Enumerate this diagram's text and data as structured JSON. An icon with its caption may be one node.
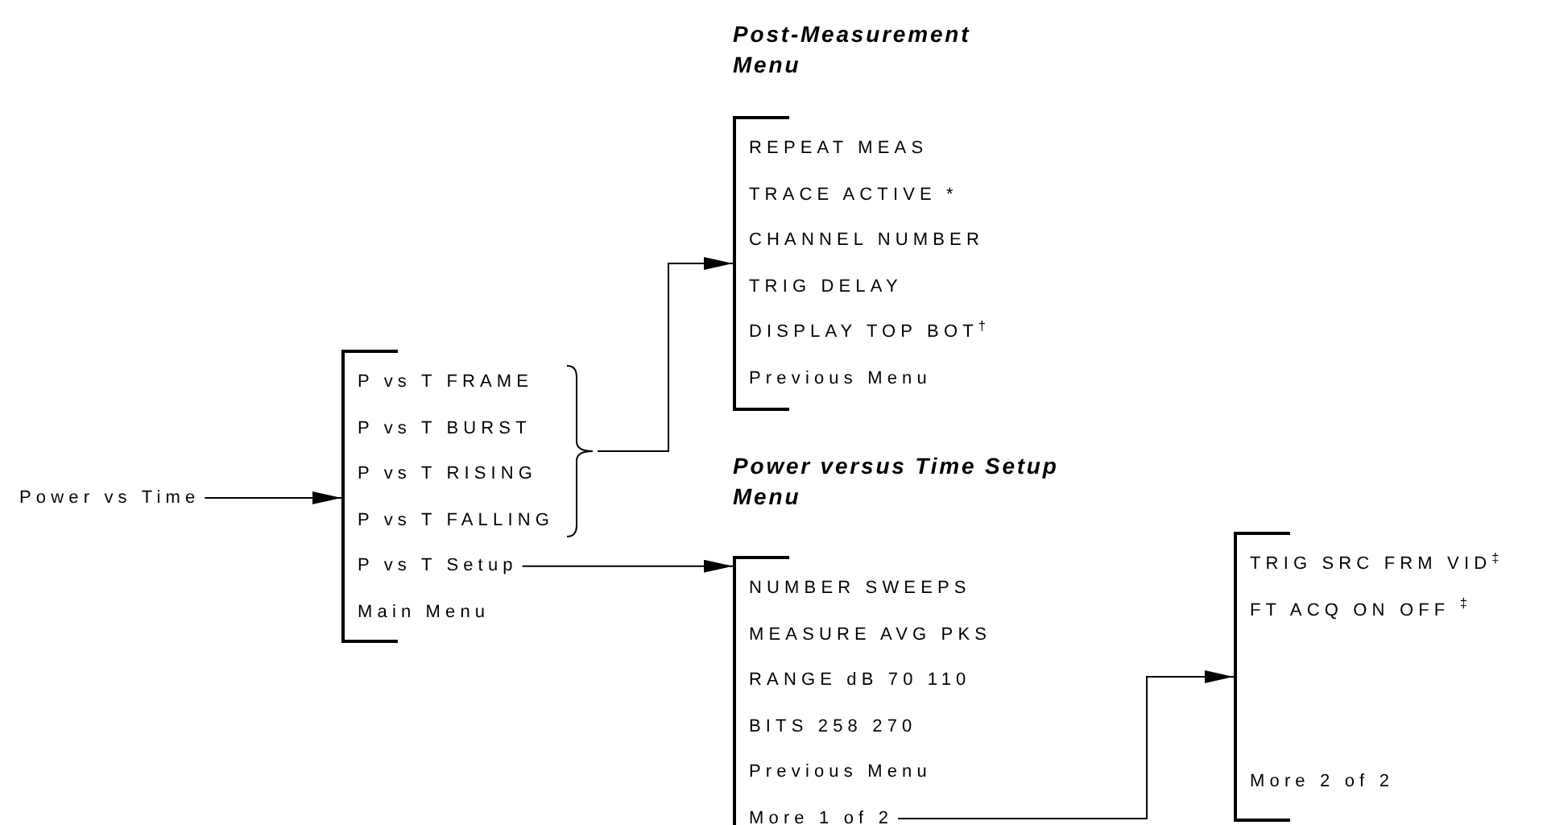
{
  "diagram": {
    "nodes": [
      {
        "text": [
          "Power vs Time"
        ]
      },
      {
        "text": [],
        "shape": "bracket"
      },
      {
        "text": [
          "P vs T FRAME"
        ],
        "in": 1
      },
      {
        "text": [
          "P vs T BURST"
        ],
        "in": 1
      },
      {
        "text": [
          "P vs T RISING"
        ],
        "in": 1
      },
      {
        "text": [
          "P vs T FALLING"
        ],
        "in": 1
      },
      {
        "text": [
          "P vs T Setup"
        ],
        "in": 1
      },
      {
        "text": [
          "Main Menu"
        ],
        "in": 1
      },
      {
        "text": [],
        "shape": "brace"
      },
      {
        "text": [
          "Post-Measurement Menu"
        ]
      },
      {
        "text": [
          "REPEAT MEAS"
        ],
        "in": 9
      },
      {
        "text": [
          "TRACE ACTIVE *"
        ],
        "in": 9
      },
      {
        "text": [
          "CHANNEL NUMBER"
        ],
        "in": 9
      },
      {
        "text": [
          "TRIG DELAY"
        ],
        "in": 9
      },
      {
        "text": [
          "DISPLAY TOP BOT$^{†}$"
        ],
        "in": 9
      },
      {
        "text": [
          "Previous Menu"
        ],
        "in": 9
      },
      {
        "text": [
          "Power versus Time Setup Menu"
        ]
      },
      {
        "text": [
          "NUMBER SWEEPS"
        ],
        "in": 16
      },
      {
        "text": [
          "MEASURE AVG PKS"
        ],
        "in": 16
      },
      {
        "text": [
          "RANGE dB 70 110"
        ],
        "in": 16
      },
      {
        "text": [
          "BITS 258 270"
        ],
        "in": 16
      },
      {
        "text": [
          "Previous Menu"
        ],
        "in": 16
      },
      {
        "text": [
          "More 1 of 2"
        ],
        "in": 16
      },
      {
        "text": [],
        "shape": "bracket"
      },
      {
        "text": [
          "TRIG SRC FRM VID$^{‡}$"
        ],
        "in": 23
      },
      {
        "text": [
          "FT ACQ ON OFF $^{‡}$"
        ],
        "in": 23
      },
      {
        "text": [
          "More 2 of 2"
        ],
        "in": 23
      }
    ],
    "edges": [
      {
        "from": 0,
        "to": 1,
        "arrow": "to"
      },
      {
        "from": 8,
        "to": 9,
        "arrow": "to"
      },
      {
        "from": 6,
        "to": 16,
        "arrow": "to"
      },
      {
        "from": 22,
        "to": 23,
        "arrow": "to"
      }
    ]
  }
}
